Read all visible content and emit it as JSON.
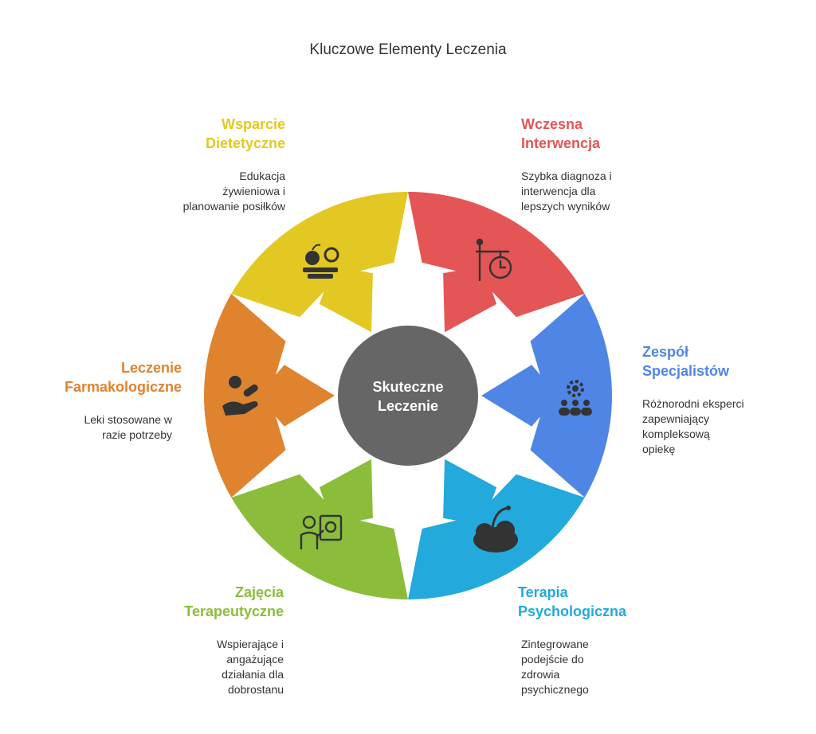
{
  "title": "Kluczowe Elementy Leczenia",
  "center": {
    "line1": "Skuteczne",
    "line2": "Leczenie",
    "color": "#666666"
  },
  "segments": [
    {
      "id": "wczesna",
      "title_l1": "Wczesna",
      "title_l2": "Interwencja",
      "desc": [
        "Szybka diagnoza i",
        "interwencja dla",
        "lepszych wyników"
      ],
      "color": "#e45555",
      "icon": "signpost-clock-icon"
    },
    {
      "id": "zespol",
      "title_l1": "Zespół",
      "title_l2": "Specjalistów",
      "desc": [
        "Różnorodni eksperci",
        "zapewniający",
        "kompleksową",
        "opiekę"
      ],
      "color": "#4f86e6",
      "icon": "team-gear-icon"
    },
    {
      "id": "terapia",
      "title_l1": "Terapia",
      "title_l2": "Psychologiczna",
      "desc": [
        "Zintegrowane",
        "podejście do",
        "zdrowia",
        "psychicznego"
      ],
      "color": "#23a9dc",
      "icon": "brain-icon"
    },
    {
      "id": "zajecia",
      "title_l1": "Zajęcia",
      "title_l2": "Terapeutyczne",
      "desc": [
        "Wspierające i",
        "angażujące",
        "działania dla",
        "dobrostanu"
      ],
      "color": "#8bbd3b",
      "icon": "teacher-board-icon"
    },
    {
      "id": "leczenie",
      "title_l1": "Leczenie",
      "title_l2": "Farmakologiczne",
      "desc": [
        "Leki stosowane w",
        "razie potrzeby"
      ],
      "color": "#e0832e",
      "icon": "hand-pill-icon"
    },
    {
      "id": "wsparcie",
      "title_l1": "Wsparcie",
      "title_l2": "Dietetyczne",
      "desc": [
        "Edukacja",
        "żywieniowa i",
        "planowanie posiłków"
      ],
      "color": "#e3c823",
      "icon": "apple-scale-icon"
    }
  ]
}
